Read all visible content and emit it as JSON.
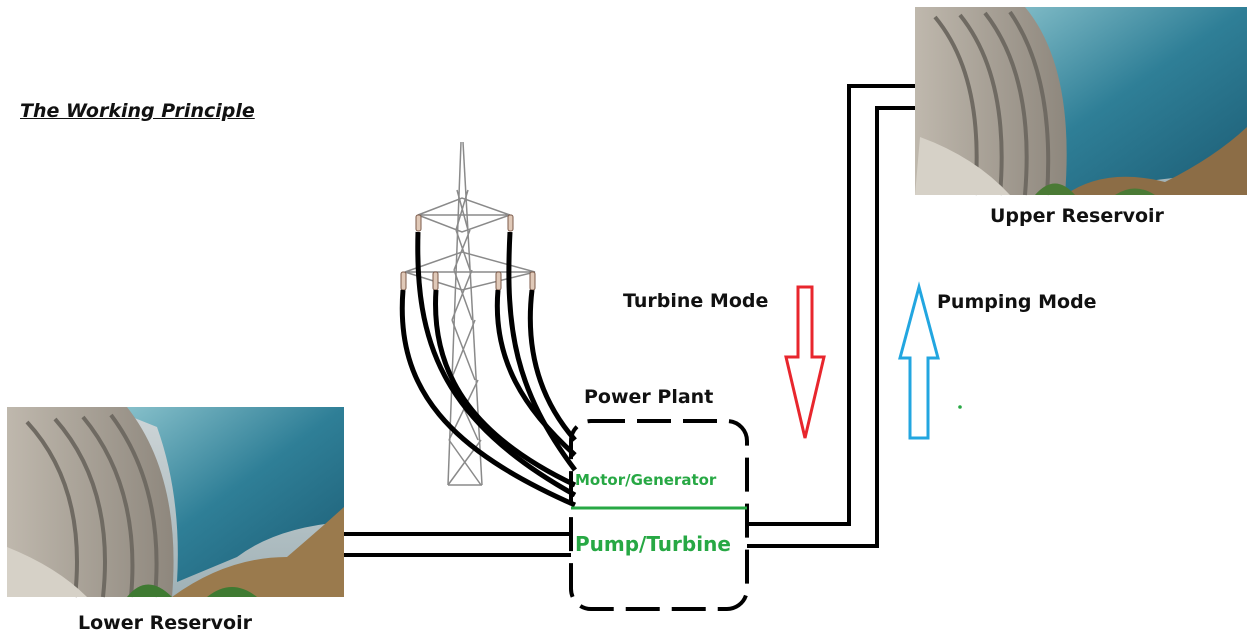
{
  "diagram": {
    "title": "The Working Principle",
    "upper_reservoir": "Upper Reservoir",
    "lower_reservoir": "Lower Reservoir",
    "turbine_mode": "Turbine Mode",
    "pumping_mode": "Pumping Mode",
    "power_plant": "Power Plant",
    "motor_generator": "Motor/Generator",
    "pump_turbine": "Pump/Turbine"
  },
  "colors": {
    "turbine_arrow": "#e8262d",
    "pumping_arrow": "#22a6e0",
    "plant_text": "#27a844",
    "pipes": "#000000"
  }
}
